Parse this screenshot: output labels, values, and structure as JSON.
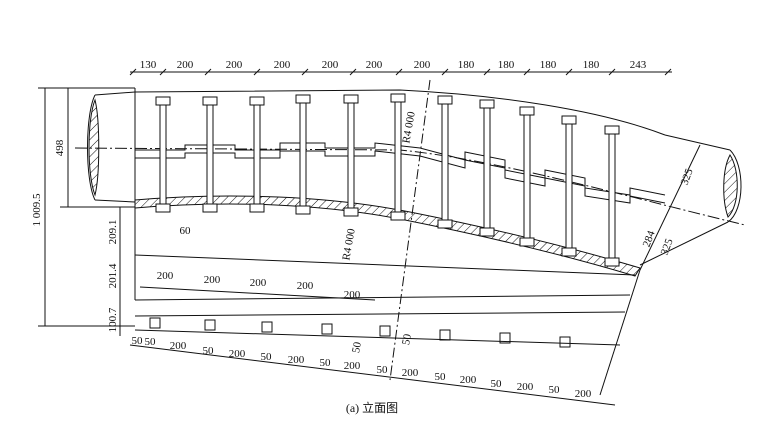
{
  "caption": "(a) 立面图",
  "top_dims": [
    "130",
    "200",
    "200",
    "200",
    "200",
    "200",
    "200",
    "180",
    "180",
    "180",
    "180",
    "243"
  ],
  "left_dims": {
    "overall": "1 009.5",
    "pipe": "498",
    "seg1": "209.1",
    "seg2": "201.4",
    "seg3": "100.7"
  },
  "inner_dims": [
    "60",
    "200",
    "200",
    "200",
    "200",
    "200"
  ],
  "radius_labels": [
    "R4 000",
    "R4 000"
  ],
  "right_dims": [
    "325",
    "284",
    "325"
  ],
  "bottom_dims": [
    "50",
    "50",
    "200",
    "50",
    "200",
    "50",
    "200",
    "50",
    "200",
    "50",
    "200",
    "50",
    "200",
    "50",
    "200",
    "50",
    "200"
  ],
  "mid_dims": [
    "50",
    "50"
  ],
  "colors": {
    "line": "#111111",
    "paper": "#ffffff"
  }
}
